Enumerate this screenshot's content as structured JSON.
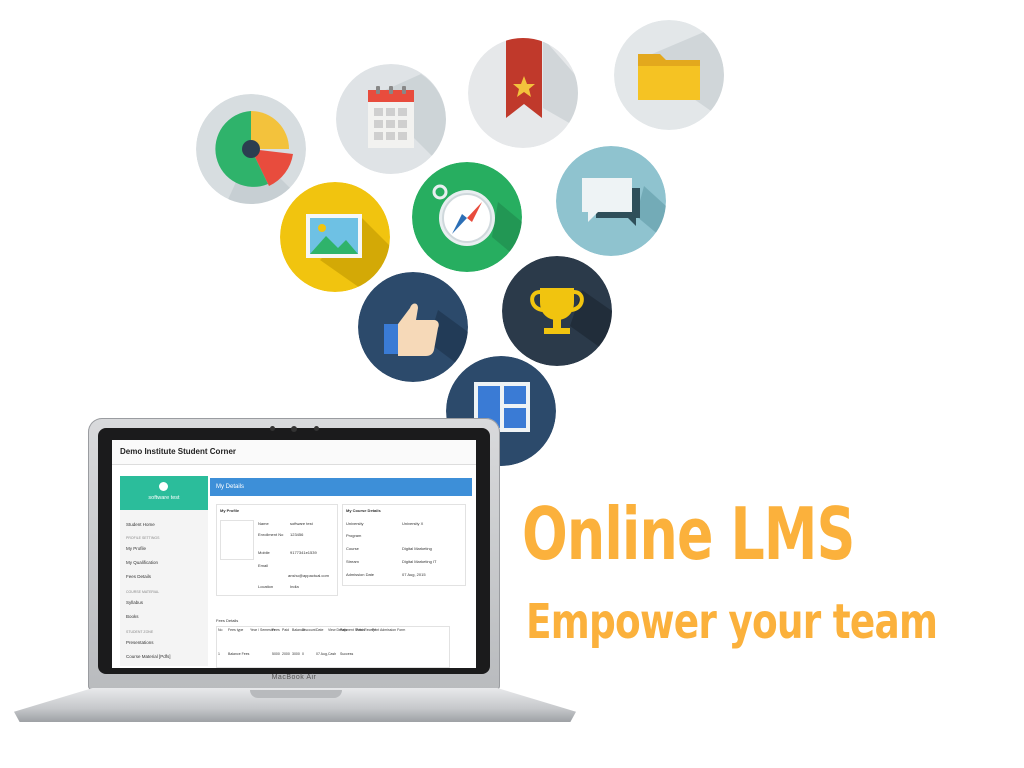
{
  "headline": {
    "title": "Online LMS",
    "tagline": "Empower your team"
  },
  "colors": {
    "headline": "#fbb13c",
    "screen_accent": "#3d8fd8",
    "profile_green": "#2bbd9b"
  },
  "icons": [
    "pie-chart-icon",
    "calendar-icon",
    "bookmark-icon",
    "folder-icon",
    "image-icon",
    "compass-icon",
    "chat-icon",
    "thumbs-up-icon",
    "trophy-icon",
    "layout-icon"
  ],
  "laptop": {
    "model_label": "MacBook Air",
    "app_title": "Demo Institute Student Corner",
    "user_name": "software test",
    "sidebar": {
      "home": "Student Home",
      "section_profile": "PROFILE SETTINGS",
      "my_profile": "My Profile",
      "my_qualification": "My Qualification",
      "fees_details": "Fees Details",
      "section_course": "COURSE MATERIAL",
      "syllabus": "Syllabus",
      "books": "Books",
      "section_study": "STUDENT ZONE",
      "presentations": "Presentations",
      "course_material": "Course Material [Pdfs]"
    },
    "main_title": "My Details",
    "profile_section": "My Profile",
    "profile_fields": [
      {
        "label": "Name",
        "value": "software test"
      },
      {
        "label": "Enrollment No",
        "value": "123456"
      },
      {
        "label": "Mobile",
        "value": "9177341e1539"
      },
      {
        "label": "Email",
        "value": "anshu@appactual.com"
      },
      {
        "label": "Location",
        "value": "India"
      }
    ],
    "course_section": "My Course Details",
    "course_fields": [
      {
        "label": "University",
        "value": "University X"
      },
      {
        "label": "Program",
        "value": ""
      },
      {
        "label": "Course",
        "value": "Digital Marketing"
      },
      {
        "label": "Stream",
        "value": "Digital Marketing IT"
      },
      {
        "label": "Admission Date",
        "value": "07 Aug, 2015"
      }
    ],
    "fees_section": "Fees Details",
    "fees_headers": [
      "No",
      "Fees type",
      "Year / Semester",
      "Fees",
      "Paid",
      "Balance",
      "Discount",
      "Date",
      "View Details",
      "Payment Status",
      "Print Receipt",
      "Print Admission Form"
    ],
    "fees_row": [
      "1",
      "Balance Fees",
      "",
      "5000",
      "2000",
      "3000",
      "0",
      "07 Aug,",
      "Cash",
      "Success",
      "",
      ""
    ]
  }
}
